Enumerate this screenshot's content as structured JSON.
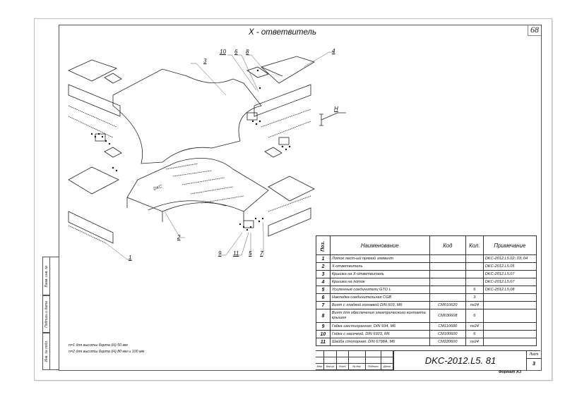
{
  "drawing": {
    "title": "X - ответвитель",
    "sheet_corner_number": "68",
    "callouts": [
      {
        "id": "1",
        "label": "1"
      },
      {
        "id": "2",
        "label": "2"
      },
      {
        "id": "3",
        "label": "3"
      },
      {
        "id": "4",
        "label": "4"
      },
      {
        "id": "5",
        "label": "5"
      },
      {
        "id": "6",
        "label": "6"
      },
      {
        "id": "7",
        "label": "7"
      },
      {
        "id": "8",
        "label": "8"
      },
      {
        "id": "9",
        "label": "9"
      },
      {
        "id": "10",
        "label": "10"
      },
      {
        "id": "11",
        "label": "11"
      },
      {
        "id": "H",
        "label": "H"
      }
    ],
    "tray_marking": "DKC"
  },
  "side_strip": {
    "cells": [
      "Инв. № подл.",
      "Подпись и дата",
      "Взам. инв. №"
    ]
  },
  "notes": [
    "n=1 для высоты борта  (H) 50 мм",
    "n=2 для высоты борта  (H) 80 мм и 100 мм"
  ],
  "spec_table": {
    "headers": {
      "pos": "Поз.",
      "name": "Наименование",
      "code": "Код",
      "qty": "Кол.",
      "note": "Примечание"
    },
    "rows": [
      {
        "pos": "1",
        "name": "Лоток лест-ый прямой элемент",
        "code": "",
        "qty": "",
        "note": "DKC-2012.L5.02;.03;.04"
      },
      {
        "pos": "2",
        "name": "X-ответвитель",
        "code": "",
        "qty": "",
        "note": "DKC-2012.L5.05"
      },
      {
        "pos": "3",
        "name": "Крышка на X-ответвитель",
        "code": "",
        "qty": "",
        "note": "DKC-2012.L5.07"
      },
      {
        "pos": "4",
        "name": "Крышка на лоток",
        "code": "",
        "qty": "",
        "note": "DKC-2012.L5.07"
      },
      {
        "pos": "5",
        "name": "Усиленные соединители  GTO L",
        "code": "",
        "qty": "6",
        "note": "DKC-2012.L5.08"
      },
      {
        "pos": "6",
        "name": "Накладка соединительная  CGB",
        "code": "",
        "qty": "3",
        "note": ""
      },
      {
        "pos": "7",
        "name": "Винт с гладкой головкой DIN 603, M6",
        "code": "CM010620",
        "qty": "nx24",
        "note": ""
      },
      {
        "pos": "8",
        "name": "Винт для обеспечения электрического контакта крышек",
        "code": "CM030608",
        "qty": "6",
        "note": ""
      },
      {
        "pos": "9",
        "name": "Гайка шестигранная, DIN 934, M6",
        "code": "CM110600",
        "qty": "nx24",
        "note": ""
      },
      {
        "pos": "10",
        "name": "Гайка с насечкой, DIN 6923, M6",
        "code": "CM100600",
        "qty": "6",
        "note": ""
      },
      {
        "pos": "11",
        "name": "Шайба стопорная. DIN 6798A, M6",
        "code": "CM220600",
        "qty": "nx24",
        "note": ""
      }
    ]
  },
  "title_block": {
    "columns": [
      "Изм.",
      "Кол.уч",
      "Лист",
      "№ док.",
      "Подпись",
      "Дата"
    ],
    "document_code": "DKC-2012.L5. 81",
    "sheet_label": "Лист",
    "sheet_number": "3"
  },
  "format_label": "Формат А3"
}
